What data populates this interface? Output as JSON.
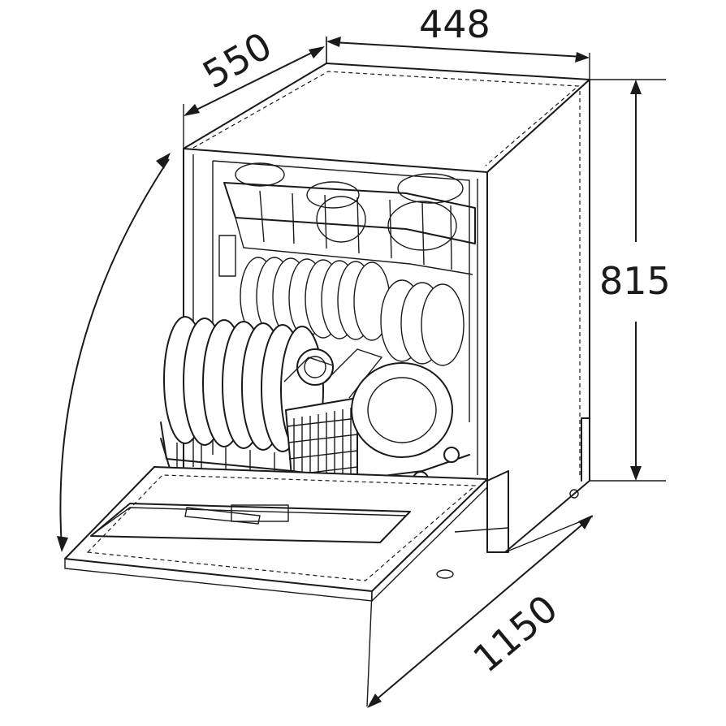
{
  "dimensions": {
    "width": "448",
    "depth": "550",
    "height": "815",
    "depth_open": "1150"
  },
  "icons": [
    "dishwasher-illustration",
    "dimension-arrow"
  ]
}
